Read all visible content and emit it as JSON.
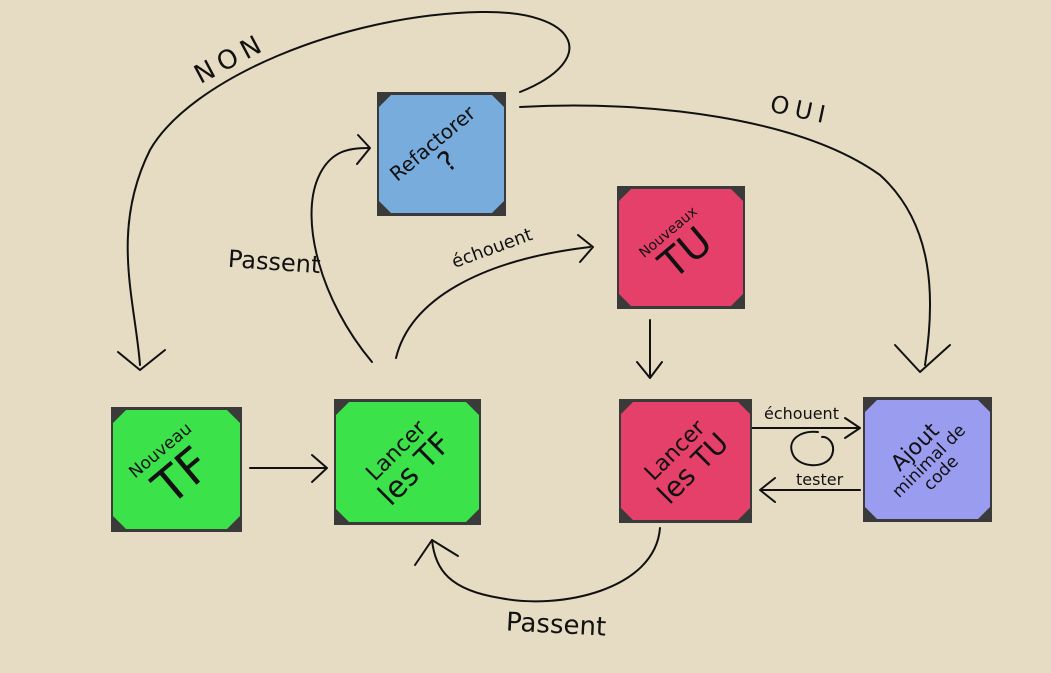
{
  "colors": {
    "background": "#e6dcc3",
    "green": "#3be24a",
    "blue": "#78acdc",
    "red": "#e5406a",
    "purple": "#9a9cf0",
    "ink": "#111111"
  },
  "nodes": {
    "nouveau_tf": {
      "line1": "Nouveau",
      "line2": "TF"
    },
    "lancer_tf": {
      "line1": "Lancer",
      "line2": "les TF"
    },
    "refactorer": {
      "line1": "Refactorer",
      "line2": "?"
    },
    "nouveaux_tu": {
      "line1": "Nouveaux",
      "line2": "TU"
    },
    "lancer_tu": {
      "line1": "Lancer",
      "line2": "les TU"
    },
    "ajout": {
      "line1": "Ajout",
      "line2": "minimal de",
      "line3": "code"
    }
  },
  "edges": {
    "non": "NON",
    "oui": "OUI",
    "passent_left": "Passent",
    "echouent_top": "échouent",
    "echouent_right": "échouent",
    "tester": "tester",
    "passent_bottom": "Passent"
  }
}
